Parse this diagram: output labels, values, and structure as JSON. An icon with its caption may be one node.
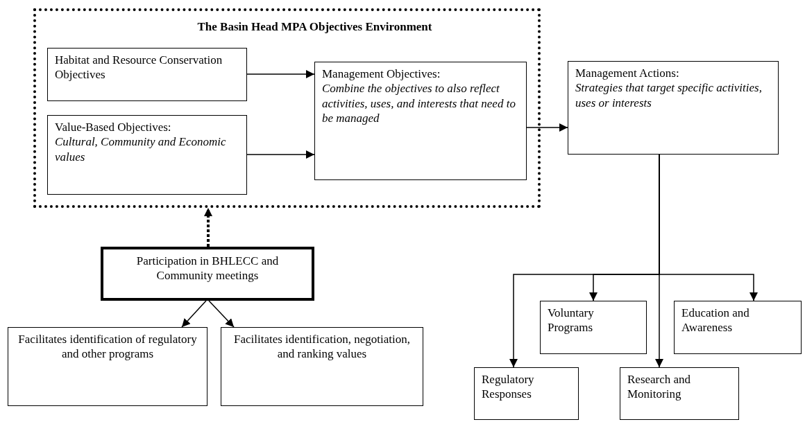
{
  "diagram": {
    "nodes": [
      {
        "text": [
          "The Basin Head MPA Objectives Environment"
        ]
      },
      {
        "text": [
          "Habitat and Resource Conservation Objectives"
        ],
        "in": 0
      },
      {
        "text": [
          "Value-Based Objectives:",
          "Cultural, Community and Economic values"
        ],
        "in": 0
      },
      {
        "text": [
          "Management Objectives:",
          "Combine the objectives to also reflect activities, uses, and interests that need to be managed"
        ],
        "in": 0
      },
      {
        "text": [
          "Management Actions:",
          "Strategies that target specific activities, uses or interests"
        ]
      },
      {
        "text": [
          "Participation in BHLECC and Community meetings"
        ]
      },
      {
        "text": [
          "Facilitates identification of regulatory and other programs"
        ]
      },
      {
        "text": [
          "Facilitates identification, negotiation, and ranking values"
        ]
      },
      {
        "text": [
          "Voluntary Programs"
        ]
      },
      {
        "text": [
          "Education and Awareness"
        ]
      },
      {
        "text": [
          "Regulatory Responses"
        ]
      },
      {
        "text": [
          "Research and Monitoring"
        ]
      }
    ],
    "edges": [
      {
        "from": 1,
        "to": 3,
        "arrow": "to"
      },
      {
        "from": 2,
        "to": 3,
        "arrow": "to"
      },
      {
        "from": 3,
        "to": 4,
        "arrow": "to"
      },
      {
        "from": 5,
        "to": 0,
        "arrow": "to",
        "style": "dashed"
      },
      {
        "from": 5,
        "to": 6,
        "arrow": "to"
      },
      {
        "from": 5,
        "to": 7,
        "arrow": "to"
      },
      {
        "from": 4,
        "to": 10,
        "arrow": "to"
      },
      {
        "from": 4,
        "to": 8,
        "arrow": "to"
      },
      {
        "from": 4,
        "to": 11,
        "arrow": "to"
      },
      {
        "from": 4,
        "to": 9,
        "arrow": "to"
      }
    ]
  }
}
